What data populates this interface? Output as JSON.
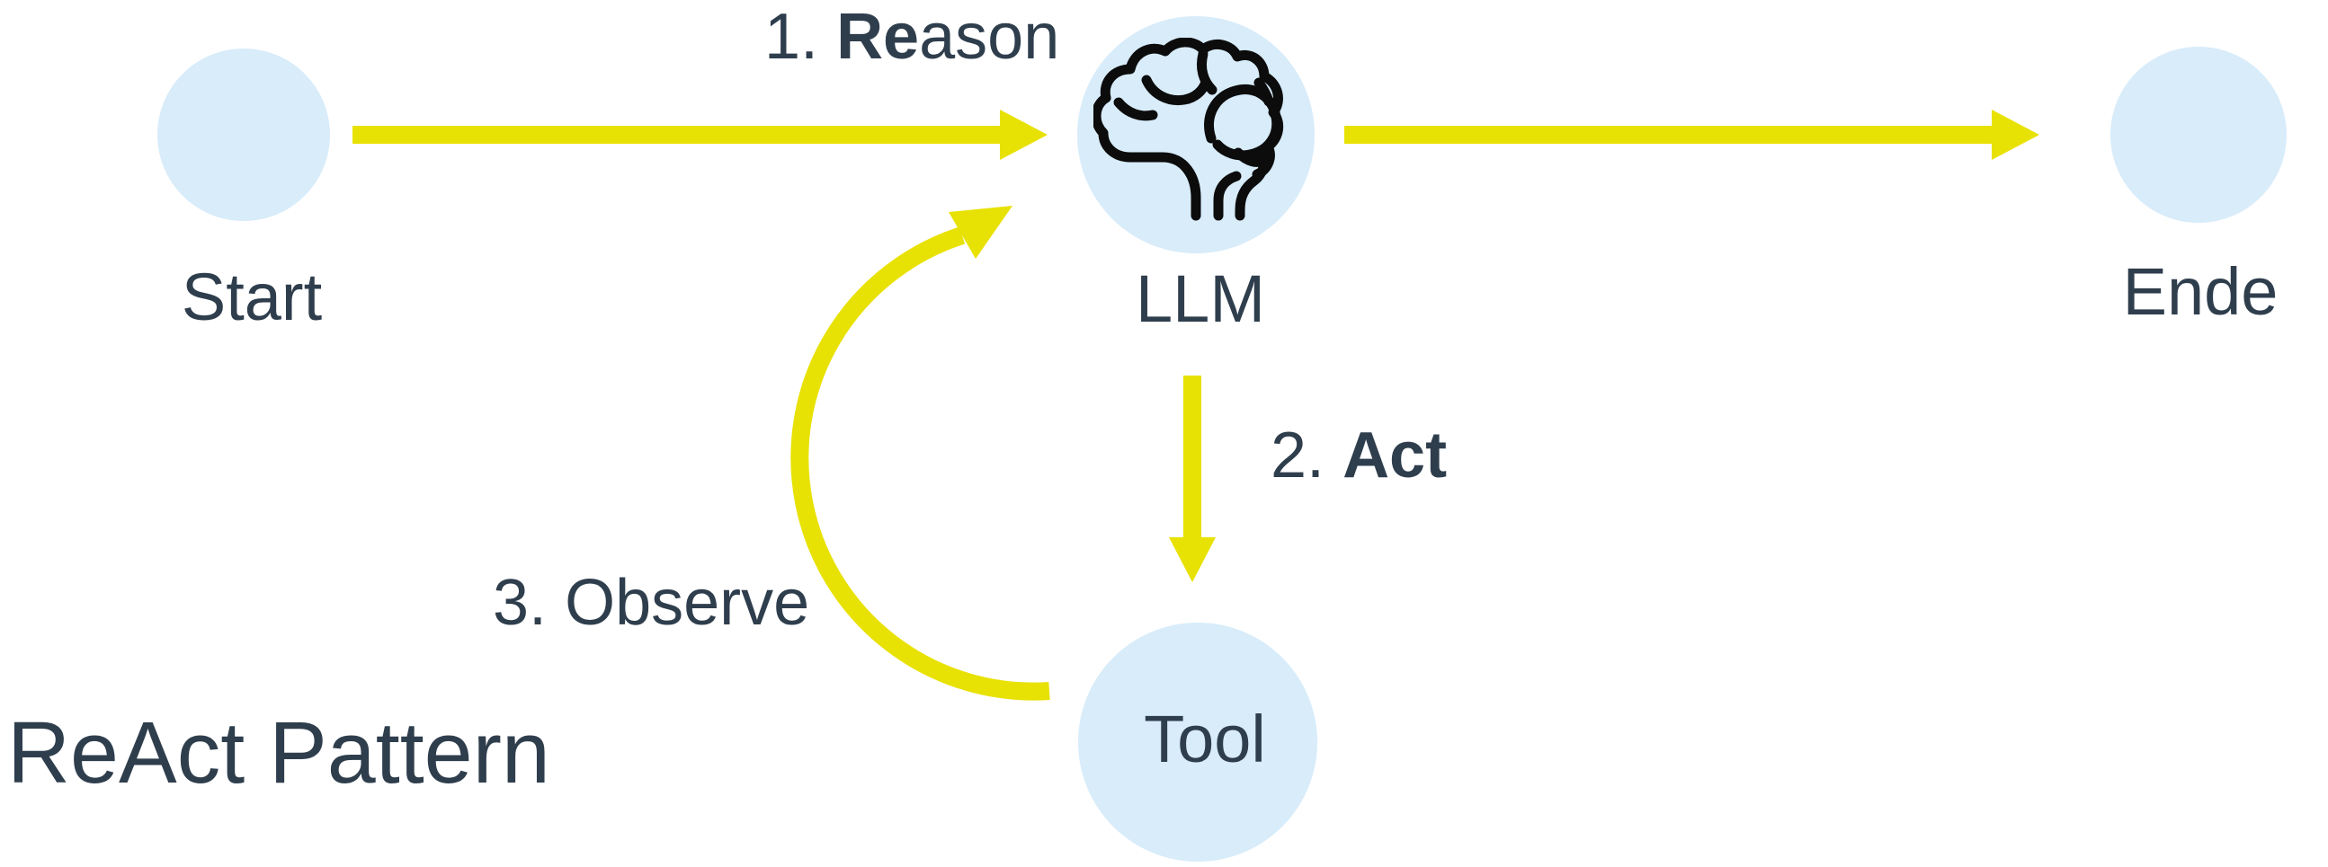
{
  "title": "ReAct Pattern",
  "nodes": {
    "start": {
      "label": "Start"
    },
    "llm": {
      "label": "LLM",
      "icon": "brain-icon"
    },
    "ende": {
      "label": "Ende"
    },
    "tool": {
      "label": "Tool"
    }
  },
  "edges": {
    "reason": {
      "prefix": "1. ",
      "emphasis": "Re",
      "suffix": "ason"
    },
    "act": {
      "prefix": "2. ",
      "emphasis": "Act",
      "suffix": ""
    },
    "observe": {
      "prefix": "3. ",
      "emphasis": "",
      "suffix": "Observe"
    }
  },
  "colors": {
    "node_fill": "#d8ecfa",
    "arrow": "#e8e104",
    "text": "#2f3e4d",
    "icon_stroke": "#0c0c0c",
    "background": "#ffffff"
  }
}
